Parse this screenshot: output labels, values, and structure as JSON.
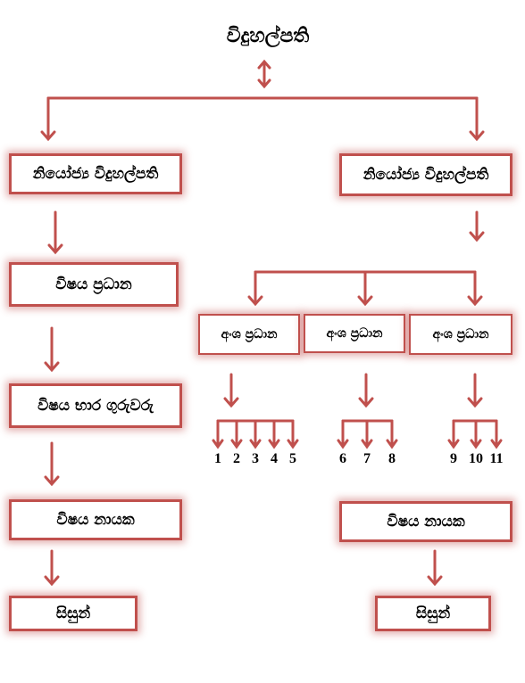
{
  "top": "විදුහල්පති",
  "left_column": {
    "deputy": "නියෝජ්‍ය විදුහල්පති",
    "subject_head": "විෂය ප්‍රධාන",
    "subject_teachers": "විෂය භාර ගුරුවරු",
    "subject_leader": "විෂය නායක",
    "students": "සිසුන්"
  },
  "right_column": {
    "deputy": "නියෝජ්‍ය විදුහල්පති",
    "section_heads": [
      "අංශ ප්‍රධාන",
      "අංශ ප්‍රධාන",
      "අංශ ප්‍රධාන"
    ],
    "subject_leader": "විෂය නායක",
    "students": "සිසුන්"
  },
  "groups": [
    [
      "1",
      "2",
      "3",
      "4",
      "5"
    ],
    [
      "6",
      "7",
      "8"
    ],
    [
      "9",
      "10",
      "11"
    ]
  ],
  "colors": {
    "line": "#c0504d",
    "glow": "#e6a3a1"
  }
}
